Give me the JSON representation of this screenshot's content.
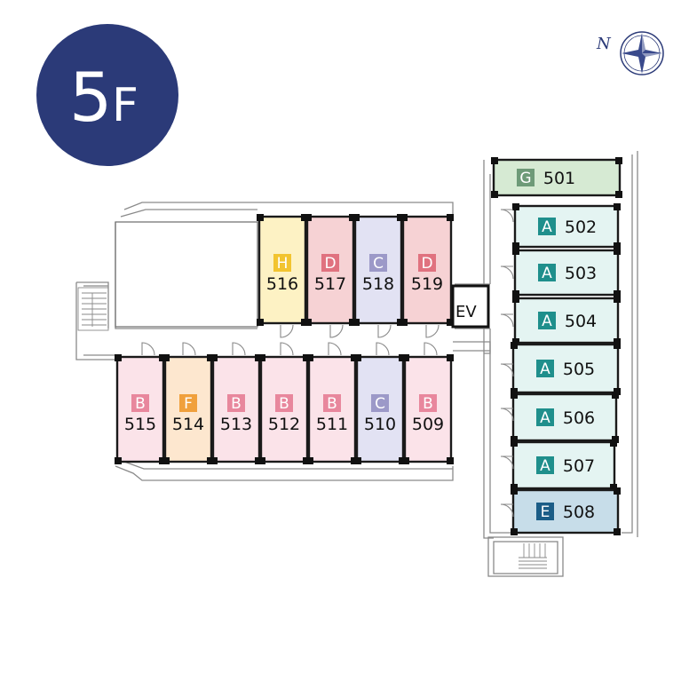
{
  "floor_label": {
    "number": "5",
    "letter": "F"
  },
  "compass": {
    "letter": "N"
  },
  "elevator_label": "EV",
  "type_colors": {
    "A": "#1f8f8c",
    "B": "#e8879d",
    "C": "#9c99c8",
    "D": "#e0727f",
    "E": "#1b5d87",
    "F": "#f0a03c",
    "G": "#6e9a78",
    "H": "#f2c430"
  },
  "fill_colors": {
    "A": "#e4f4f2",
    "B": "#fbe3e9",
    "C": "#e2e2f3",
    "D": "#f6d2d4",
    "E": "#c7dde9",
    "F": "#fde7cf",
    "G": "#d6ead3",
    "H": "#fdf2c4"
  },
  "rooms": [
    {
      "number": "501",
      "type": "G"
    },
    {
      "number": "502",
      "type": "A"
    },
    {
      "number": "503",
      "type": "A"
    },
    {
      "number": "504",
      "type": "A"
    },
    {
      "number": "505",
      "type": "A"
    },
    {
      "number": "506",
      "type": "A"
    },
    {
      "number": "507",
      "type": "A"
    },
    {
      "number": "508",
      "type": "E"
    },
    {
      "number": "509",
      "type": "B"
    },
    {
      "number": "510",
      "type": "C"
    },
    {
      "number": "511",
      "type": "B"
    },
    {
      "number": "512",
      "type": "B"
    },
    {
      "number": "513",
      "type": "B"
    },
    {
      "number": "514",
      "type": "F"
    },
    {
      "number": "515",
      "type": "B"
    },
    {
      "number": "516",
      "type": "H"
    },
    {
      "number": "517",
      "type": "D"
    },
    {
      "number": "518",
      "type": "C"
    },
    {
      "number": "519",
      "type": "D"
    }
  ]
}
